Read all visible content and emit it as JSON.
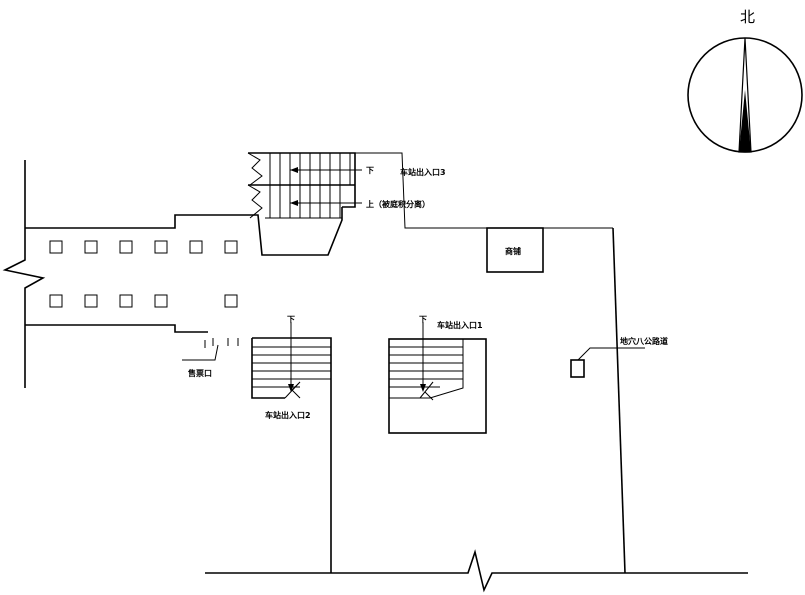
{
  "compass": {
    "north_label": "北"
  },
  "labels": {
    "entrance_3": "车站出入口3",
    "entrance_2": "车站出入口2",
    "entrance_1": "车站出入口1",
    "stair_down_3": "下",
    "stair_up_3": "上（被庭积分离）",
    "stair_down_2": "下",
    "stair_down_1": "下",
    "ticket_office": "售票口",
    "shop": "商铺",
    "bus_stop": "地穴八公路道"
  }
}
